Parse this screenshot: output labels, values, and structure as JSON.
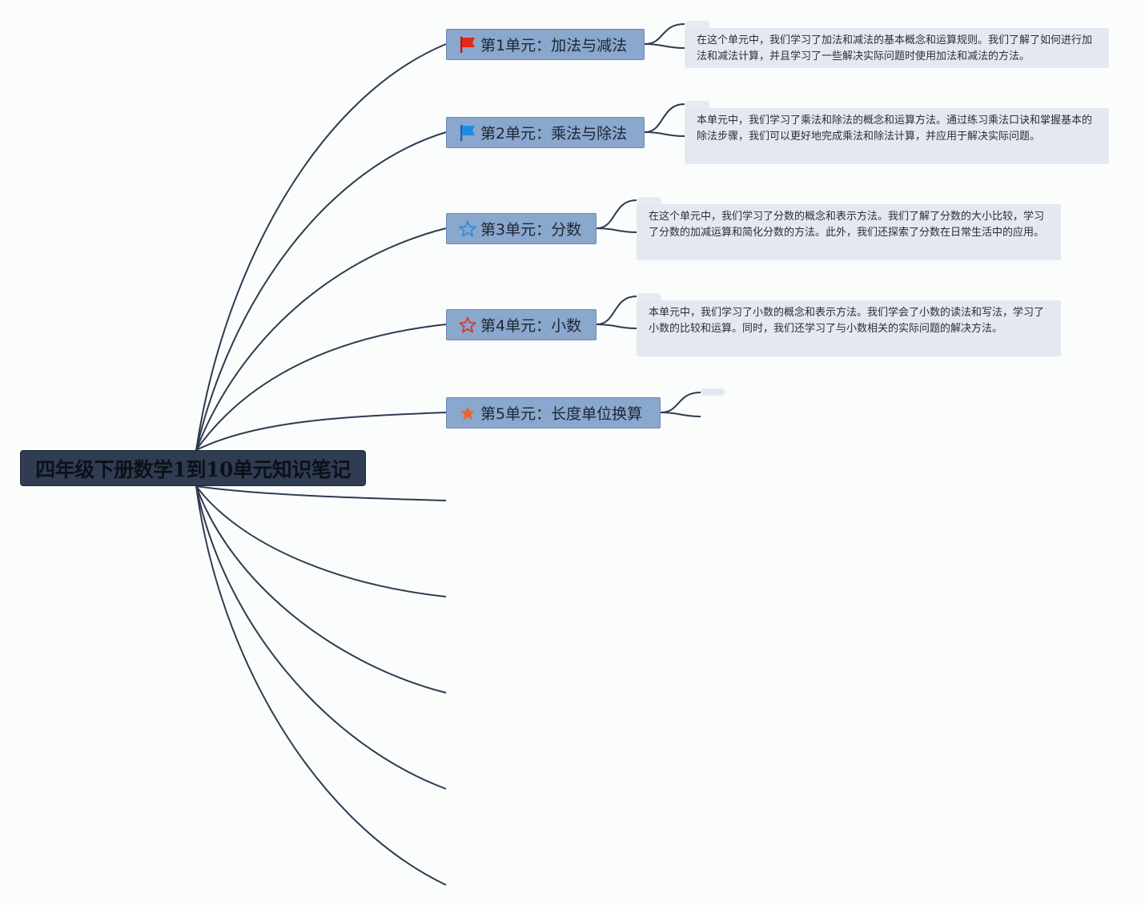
{
  "root": {
    "title": "四年级下册数学1到10单元知识笔记"
  },
  "units": [
    {
      "label": "第1单元：加法与减法",
      "icon": "red-flag-icon",
      "note": "在这个单元中，我们学习了加法和减法的基本概念和运算规则。我们了解了如何进行加法和减法计算，并且学习了一些解决实际问题时使用加法和减法的方法。"
    },
    {
      "label": "第2单元：乘法与除法",
      "icon": "blue-flag-icon",
      "note": "本单元中，我们学习了乘法和除法的概念和运算方法。通过练习乘法口诀和掌握基本的除法步骤，我们可以更好地完成乘法和除法计算，并应用于解决实际问题。"
    },
    {
      "label": "第3单元：分数",
      "icon": "blue-star-outline-icon",
      "note": "在这个单元中，我们学习了分数的概念和表示方法。我们了解了分数的大小比较，学习了分数的加减运算和简化分数的方法。此外，我们还探索了分数在日常生活中的应用。"
    },
    {
      "label": "第4单元：小数",
      "icon": "red-star-outline-icon",
      "note": "本单元中，我们学习了小数的概念和表示方法。我们学会了小数的读法和写法，学习了小数的比较和运算。同时，我们还学习了与小数相关的实际问题的解决方法。"
    },
    {
      "label": "第5单元：长度单位换算",
      "icon": "orange-star-icon",
      "note": ""
    }
  ],
  "colors": {
    "background": "#fbfcfc",
    "root_fill": "#2f3c52",
    "branch_fill": "#8aa7cd",
    "note_fill": "#e4e9f1",
    "line": "#2f3b4f"
  }
}
